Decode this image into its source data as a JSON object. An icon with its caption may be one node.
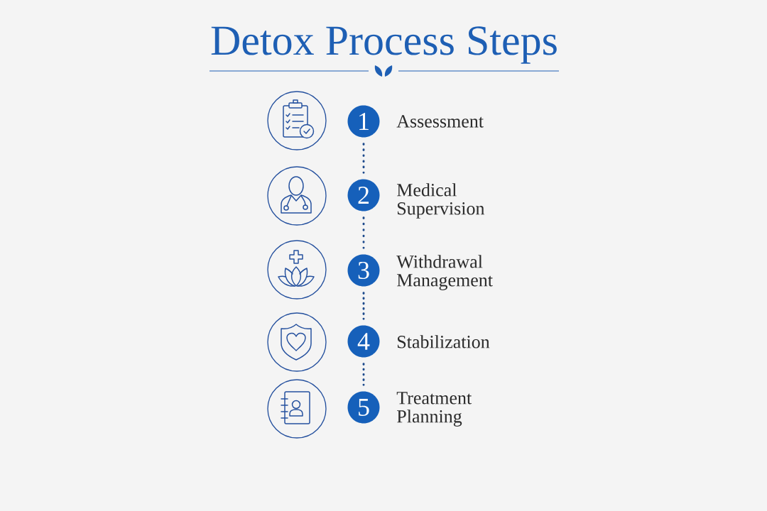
{
  "diagram": {
    "title": "Detox Process Steps",
    "nodes": [
      {
        "text": [
          "1"
        ],
        "beside": [
          "Assessment"
        ]
      },
      {
        "text": [
          "2"
        ],
        "beside": [
          "Medical Supervision"
        ]
      },
      {
        "text": [
          "3"
        ],
        "beside": [
          "Withdrawal Management"
        ]
      },
      {
        "text": [
          "4"
        ],
        "beside": [
          "Stabilization"
        ]
      },
      {
        "text": [
          "5"
        ],
        "beside": [
          "Treatment Planning"
        ]
      }
    ],
    "edges": [
      {
        "from": 0,
        "to": 1,
        "arrow": "none",
        "style": "dashed"
      },
      {
        "from": 1,
        "to": 2,
        "arrow": "none",
        "style": "dashed"
      },
      {
        "from": 2,
        "to": 3,
        "arrow": "none",
        "style": "dashed"
      },
      {
        "from": 3,
        "to": 4,
        "arrow": "none",
        "style": "dashed"
      }
    ]
  }
}
